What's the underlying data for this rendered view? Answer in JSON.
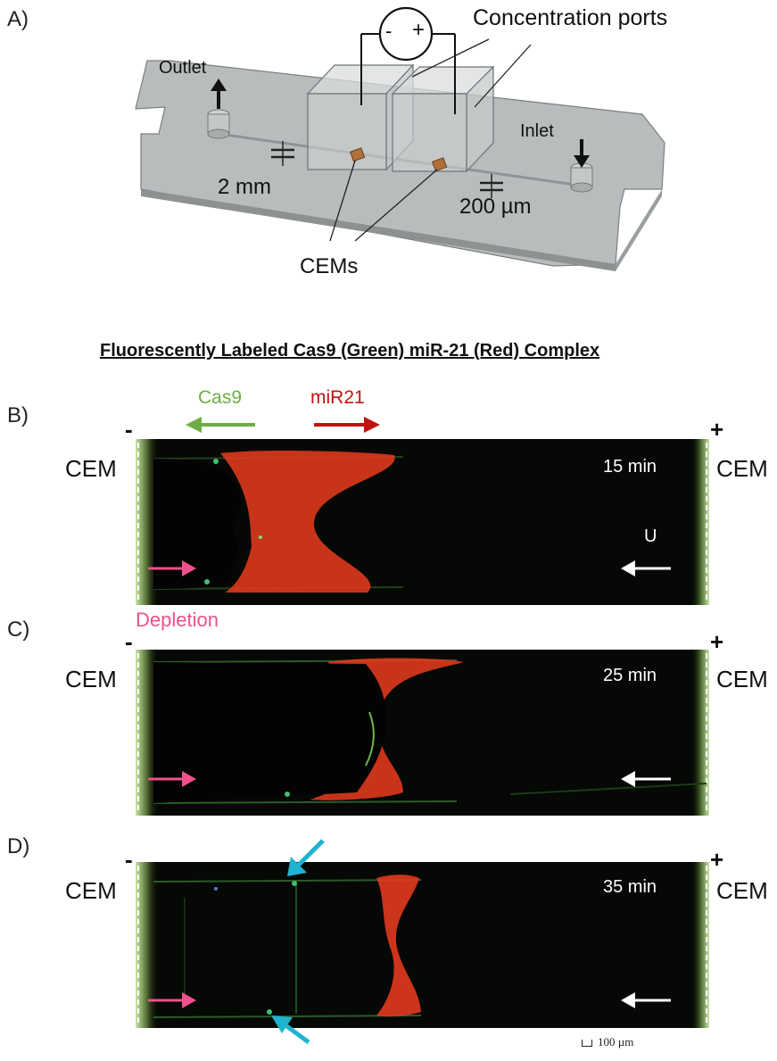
{
  "panels": {
    "a": "A)",
    "b": "B)",
    "c": "C)",
    "d": "D)"
  },
  "device": {
    "outlet": "Outlet",
    "inlet": "Inlet",
    "concentration_ports": "Concentration ports",
    "cems": "CEMs",
    "dim_2mm": "2 mm",
    "dim_200um": "200 µm",
    "minus": "-",
    "plus": "+"
  },
  "heading": "Fluorescently Labeled Cas9 (Green) miR-21 (Red) Complex",
  "legend": {
    "cas9": "Cas9",
    "cas9_color": "#6cae43",
    "mir21": "miR21",
    "mir21_color": "#c0130f"
  },
  "electrodes": {
    "left_label": "CEM",
    "right_label": "CEM",
    "left_sign": "-",
    "right_sign": "+"
  },
  "frames": [
    {
      "time": "15 min"
    },
    {
      "time": "25 min"
    },
    {
      "time": "35 min"
    }
  ],
  "flow_label": "U",
  "depletion_label": "Depletion",
  "depletion_color": "#f0508c",
  "accent_cyan": "#1fb3d0",
  "scale_bar": "100 µm"
}
